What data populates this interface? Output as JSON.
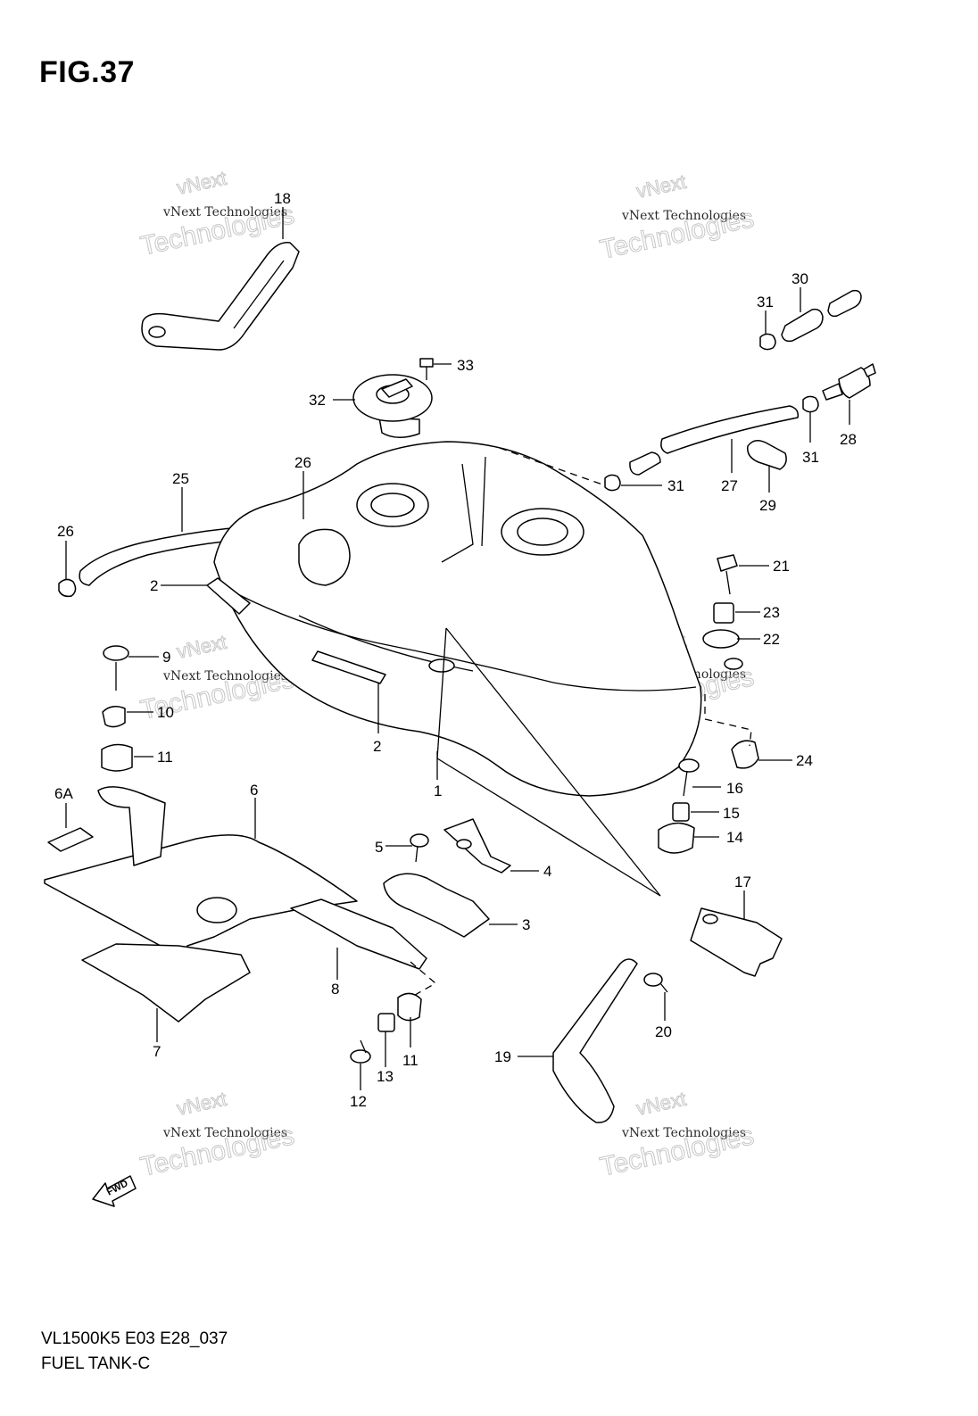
{
  "figure": {
    "title": "FIG.37"
  },
  "footer": {
    "model_code": "VL1500K5 E03 E28_037",
    "section_name": "FUEL TANK-C"
  },
  "watermark": {
    "line_top": "vNext",
    "line_main": "vNext Technologies",
    "line_big": "Technologies"
  },
  "fwd_arrow": {
    "text": "FWD"
  },
  "callouts": [
    {
      "id": "c18",
      "text": "18"
    },
    {
      "id": "c30",
      "text": "30"
    },
    {
      "id": "c31a",
      "text": "31"
    },
    {
      "id": "c33",
      "text": "33"
    },
    {
      "id": "c32",
      "text": "32"
    },
    {
      "id": "c28",
      "text": "28"
    },
    {
      "id": "c31b",
      "text": "31"
    },
    {
      "id": "c26a",
      "text": "26"
    },
    {
      "id": "c25",
      "text": "25"
    },
    {
      "id": "c31c",
      "text": "31"
    },
    {
      "id": "c27",
      "text": "27"
    },
    {
      "id": "c29",
      "text": "29"
    },
    {
      "id": "c26b",
      "text": "26"
    },
    {
      "id": "c21",
      "text": "21"
    },
    {
      "id": "c2a",
      "text": "2"
    },
    {
      "id": "c23",
      "text": "23"
    },
    {
      "id": "c22",
      "text": "22"
    },
    {
      "id": "c9",
      "text": "9"
    },
    {
      "id": "c10",
      "text": "10"
    },
    {
      "id": "c2b",
      "text": "2"
    },
    {
      "id": "c24",
      "text": "24"
    },
    {
      "id": "c11a",
      "text": "11"
    },
    {
      "id": "c1",
      "text": "1"
    },
    {
      "id": "c16",
      "text": "16"
    },
    {
      "id": "c6a",
      "text": "6A"
    },
    {
      "id": "c6",
      "text": "6"
    },
    {
      "id": "c15",
      "text": "15"
    },
    {
      "id": "c14",
      "text": "14"
    },
    {
      "id": "c5",
      "text": "5"
    },
    {
      "id": "c4",
      "text": "4"
    },
    {
      "id": "c17",
      "text": "17"
    },
    {
      "id": "c3",
      "text": "3"
    },
    {
      "id": "c8",
      "text": "8"
    },
    {
      "id": "c20",
      "text": "20"
    },
    {
      "id": "c7",
      "text": "7"
    },
    {
      "id": "c11b",
      "text": "11"
    },
    {
      "id": "c19",
      "text": "19"
    },
    {
      "id": "c13",
      "text": "13"
    },
    {
      "id": "c12",
      "text": "12"
    }
  ]
}
